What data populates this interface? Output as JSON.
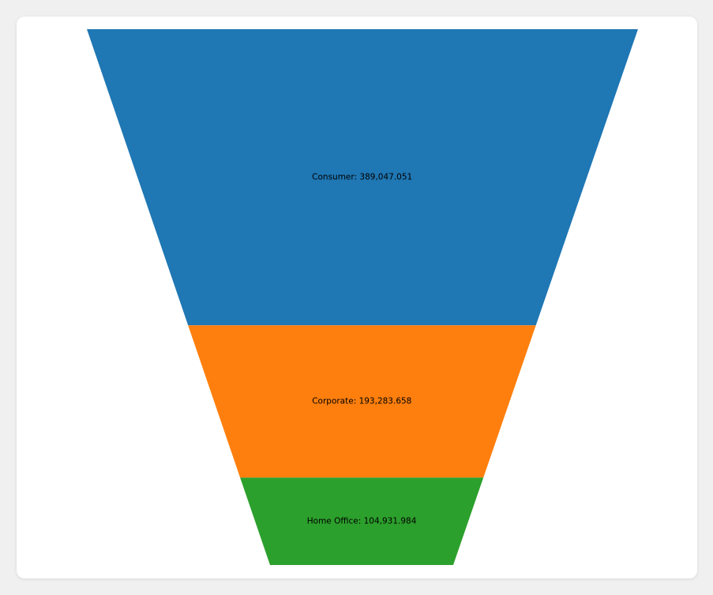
{
  "page": {
    "background_color": "#f0f0f0",
    "card_background_color": "#ffffff"
  },
  "chart_data": {
    "type": "funnel",
    "title": "",
    "categories": [
      "Consumer",
      "Corporate",
      "Home Office"
    ],
    "values": [
      389047.051,
      193283.658,
      104931.984
    ],
    "labels": [
      "Consumer: 389,047.051",
      "Corporate: 193,283.658",
      "Home Office: 104,931.984"
    ],
    "colors": [
      "#1f77b4",
      "#ff7f0e",
      "#2ca02c"
    ],
    "label_color": "#000000",
    "layout": {
      "legend": "none",
      "grid": false,
      "min_segment_height_frac": 0.0194,
      "label_position": "center"
    }
  }
}
